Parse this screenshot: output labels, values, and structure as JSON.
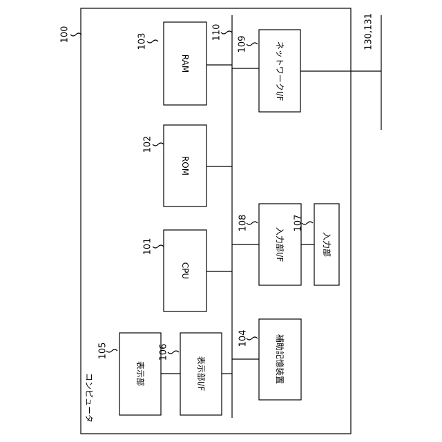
{
  "computer": {
    "label": "コンピュータ",
    "ref": "100"
  },
  "bus": {
    "ref": "110"
  },
  "network": {
    "ref": "130,131"
  },
  "blocks": {
    "ram": {
      "label": "RAM",
      "ref": "103"
    },
    "rom": {
      "label": "ROM",
      "ref": "102"
    },
    "cpu": {
      "label": "CPU",
      "ref": "101"
    },
    "display_if": {
      "label": "表示部I/F",
      "ref": "106"
    },
    "display": {
      "label": "表示部",
      "ref": "105"
    },
    "network_if": {
      "label": "ネットワークI/F",
      "ref": "109"
    },
    "input_if": {
      "label": "入力部I/F",
      "ref": "108"
    },
    "input": {
      "label": "入力部",
      "ref": "107"
    },
    "aux_storage": {
      "label": "補助記憶装置",
      "ref": "104"
    }
  }
}
